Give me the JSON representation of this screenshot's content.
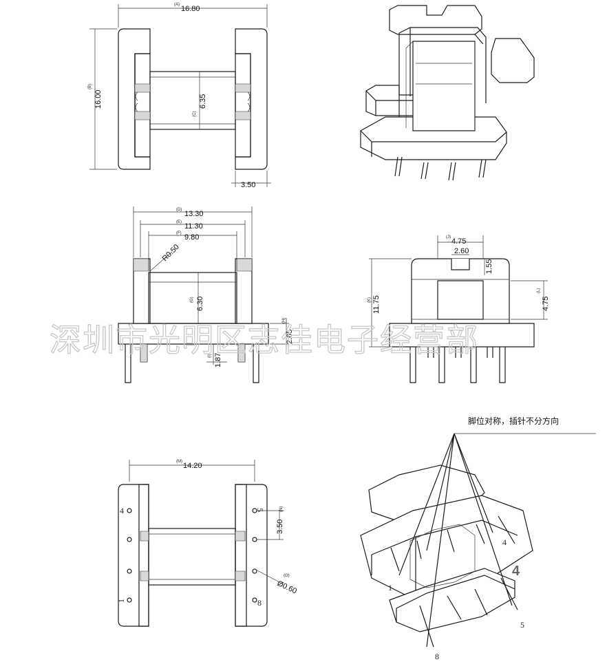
{
  "top_view": {
    "dims": {
      "A": "16.80",
      "B": "16.00",
      "C": "6.35",
      "width_side": "3.50"
    },
    "tags": {
      "A": "(A)",
      "B": "(B)",
      "C": "(C)"
    }
  },
  "front_view": {
    "dims": {
      "D": "13.30",
      "E": "11.30",
      "F": "9.80",
      "radius": "R0.50",
      "G": "6.30",
      "H": "2.65",
      "I": "1.87"
    },
    "tags": {
      "D": "(D)",
      "E": "(E)",
      "F": "(F)",
      "G": "(G)",
      "H": "(H)",
      "I": "(I)"
    }
  },
  "side_view": {
    "dims": {
      "J": "4.75",
      "slot": "2.60",
      "step": "1.55",
      "K": "11.75",
      "L": "4.75"
    },
    "tags": {
      "J": "(J)",
      "K": "(K)",
      "L": "(L)"
    }
  },
  "bottom_view": {
    "dims": {
      "M": "14.20",
      "N": "3.50",
      "O": "Ø0.60"
    },
    "tags": {
      "M": "(M)",
      "N": "(N)",
      "O": "(O)"
    },
    "pin_labels": {
      "p4": "4",
      "p5": "5",
      "p1": "1",
      "p8": "8"
    }
  },
  "iso_bottom": {
    "note": "脚位对称，插针不分方向",
    "labels": {
      "p1": "1",
      "p4": "4",
      "p5": "5",
      "p8": "8",
      "big": "4"
    }
  },
  "watermark": "深圳市光明区志佳电子经营部"
}
